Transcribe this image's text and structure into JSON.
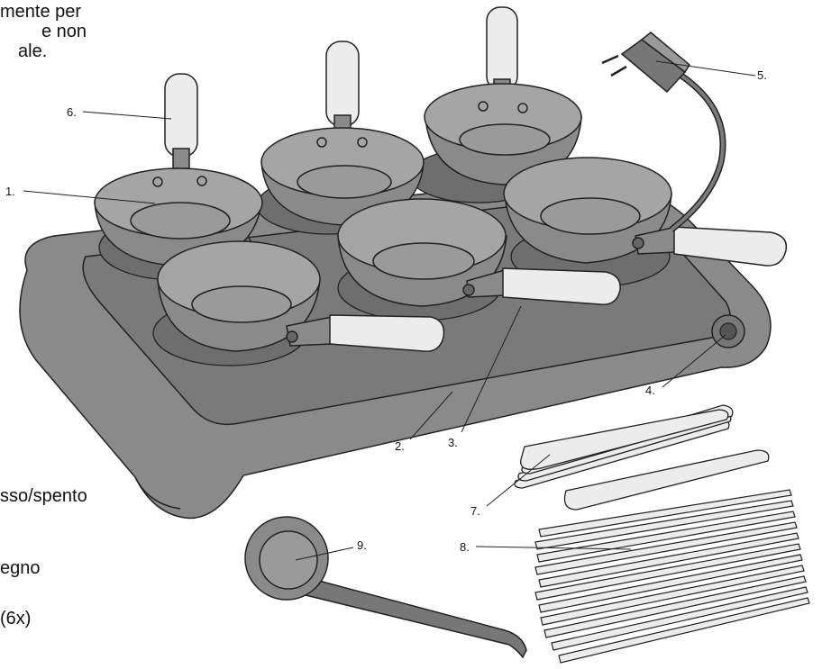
{
  "edge_text": {
    "top_lines": [
      "mente per",
      "e non",
      "ale."
    ],
    "legend_fragments": [
      "sso/spento",
      "egno",
      "(6x)"
    ]
  },
  "callouts": [
    "1.",
    "2.",
    "3.",
    "4.",
    "5.",
    "6.",
    "7.",
    "8.",
    "9."
  ],
  "colors": {
    "metal": "#8a8a8a",
    "metal_dark": "#6e6e6e",
    "metal_light": "#a5a5a5",
    "handle": "#ececec",
    "outline": "#222222"
  }
}
